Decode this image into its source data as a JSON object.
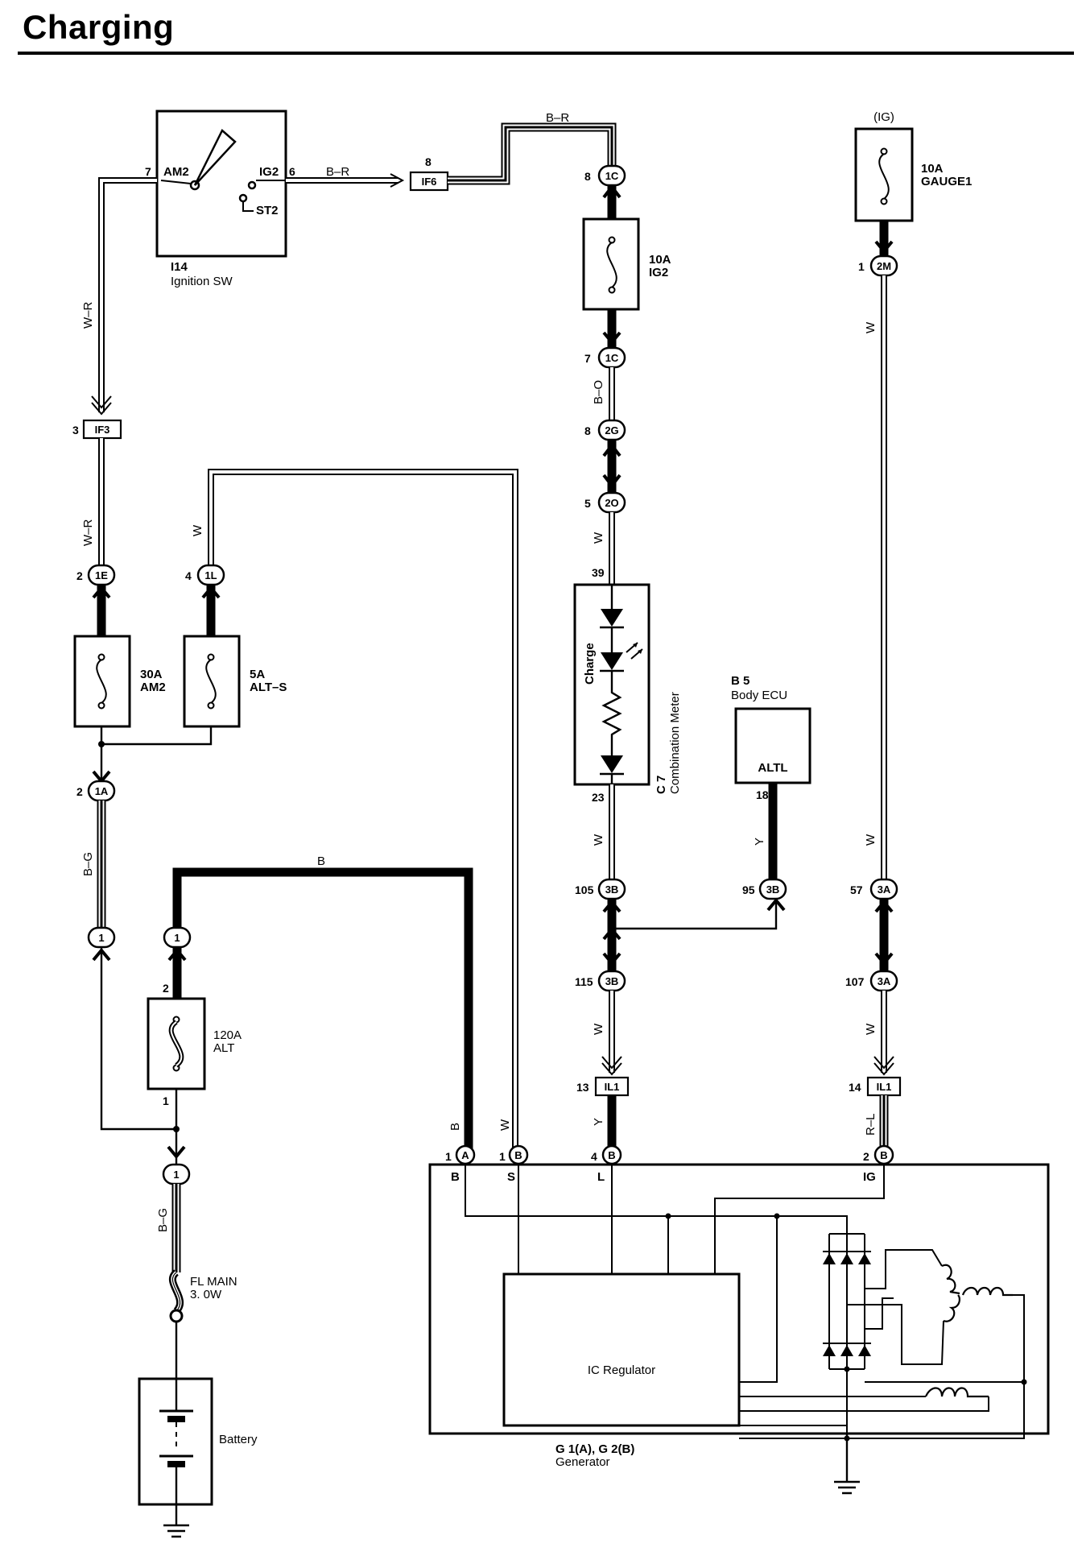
{
  "page_title": "Charging",
  "ignition_switch": {
    "code": "I14",
    "name": "Ignition SW",
    "terminals": [
      "AM2",
      "IG2",
      "ST2"
    ],
    "pins": {
      "am2": "7",
      "ig2": "6"
    }
  },
  "wire_colors": {
    "ign_to_if6": "B–R",
    "if6_to_1c": "B–R",
    "am2_main": "W–R",
    "if3_to_1e": "W–R",
    "alt_s_wire": "W",
    "b_o": "B–O",
    "w_2o": "W",
    "w_23": "W",
    "w_115": "W",
    "w_gauge": "W",
    "w_57": "W",
    "w_107": "W",
    "b_g_top": "B–G",
    "b_main": "B",
    "b_g_bottom": "B–G",
    "y_body": "Y",
    "y_il1": "Y",
    "r_l": "R–L",
    "b_gen": "B",
    "w_gen": "W"
  },
  "junctions": {
    "if6": {
      "label": "IF6",
      "pin": "8"
    },
    "if3": {
      "label": "IF3",
      "pin": "3"
    },
    "il1_l": {
      "label": "IL1",
      "pin": "13"
    },
    "il1_r": {
      "label": "IL1",
      "pin": "14"
    }
  },
  "connectors": {
    "c1c_top": {
      "label": "1C",
      "pin": "8"
    },
    "c1c_bot": {
      "label": "1C",
      "pin": "7"
    },
    "c2g": {
      "label": "2G",
      "pin": "8"
    },
    "c2o": {
      "label": "2O",
      "pin": "5"
    },
    "c1e": {
      "label": "1E",
      "pin": "2"
    },
    "c1l": {
      "label": "1L",
      "pin": "4"
    },
    "c1a": {
      "label": "1A",
      "pin": "2"
    },
    "c1_left": {
      "label": "1"
    },
    "c1_mid": {
      "label": "1"
    },
    "c1_bottom": {
      "label": "1"
    },
    "c2m": {
      "label": "2M",
      "pin": "1"
    },
    "c3b_105": {
      "label": "3B",
      "pin": "105"
    },
    "c3b_95": {
      "label": "3B",
      "pin": "95"
    },
    "c3b_115": {
      "label": "3B",
      "pin": "115"
    },
    "c3a_57": {
      "label": "3A",
      "pin": "57"
    },
    "c3a_107": {
      "label": "3A",
      "pin": "107"
    },
    "gen_a": {
      "label": "A",
      "pin": "1"
    },
    "gen_b1": {
      "label": "B",
      "pin": "1"
    },
    "gen_b4": {
      "label": "B",
      "pin": "4"
    },
    "gen_b2": {
      "label": "B",
      "pin": "2"
    }
  },
  "fuses": {
    "ig2": {
      "rating": "10A",
      "name": "IG2"
    },
    "gauge1": {
      "rating": "10A",
      "name": "GAUGE1",
      "supply": "(IG)"
    },
    "am2": {
      "rating": "30A",
      "name": "AM2"
    },
    "alt_s": {
      "rating": "5A",
      "name": "ALT–S"
    },
    "alt": {
      "rating": "120A",
      "name": "ALT",
      "pin_top": "2",
      "pin_bottom": "1"
    },
    "fl_main": {
      "name": "FL MAIN",
      "rating": "3. 0W"
    }
  },
  "combination_meter": {
    "code": "C 7",
    "name": "Combination Meter",
    "lamp": "Charge",
    "pin_top": "39",
    "pin_bottom": "23"
  },
  "body_ecu": {
    "code": "B 5",
    "name": "Body ECU",
    "terminal": "ALTL",
    "pin": "18"
  },
  "battery": {
    "name": "Battery"
  },
  "generator": {
    "code": "G 1(A), G 2(B)",
    "name": "Generator",
    "terminals": {
      "b": "B",
      "s": "S",
      "l": "L",
      "ig": "IG"
    },
    "regulator": "IC Regulator"
  }
}
